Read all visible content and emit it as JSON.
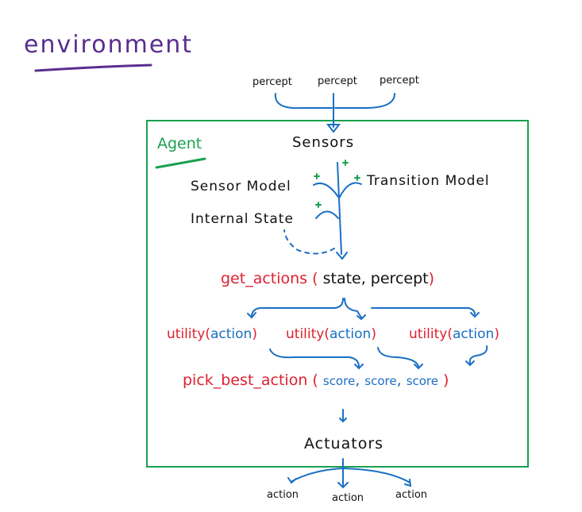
{
  "title": "environment",
  "colors": {
    "title": "#5b2d8e",
    "box": "#1aa050",
    "arrows": "#1a6fc4",
    "function": "#e0202f",
    "text": "#111111"
  },
  "inputs": [
    "percept",
    "percept",
    "percept"
  ],
  "agent": {
    "label": "Agent",
    "sensors": "Sensors",
    "sensor_model": "Sensor Model",
    "transition_model": "Transition Model",
    "internal_state": "Internal State",
    "get_actions": {
      "fn": "get_actions",
      "args": "state, percept"
    },
    "utilities": [
      {
        "fn": "utility",
        "arg": "action"
      },
      {
        "fn": "utility",
        "arg": "action"
      },
      {
        "fn": "utility",
        "arg": "action"
      }
    ],
    "pick_best": {
      "fn": "pick_best_action",
      "args": [
        "score",
        "score",
        "score"
      ]
    },
    "actuators": "Actuators"
  },
  "outputs": [
    "action",
    "action",
    "action"
  ]
}
